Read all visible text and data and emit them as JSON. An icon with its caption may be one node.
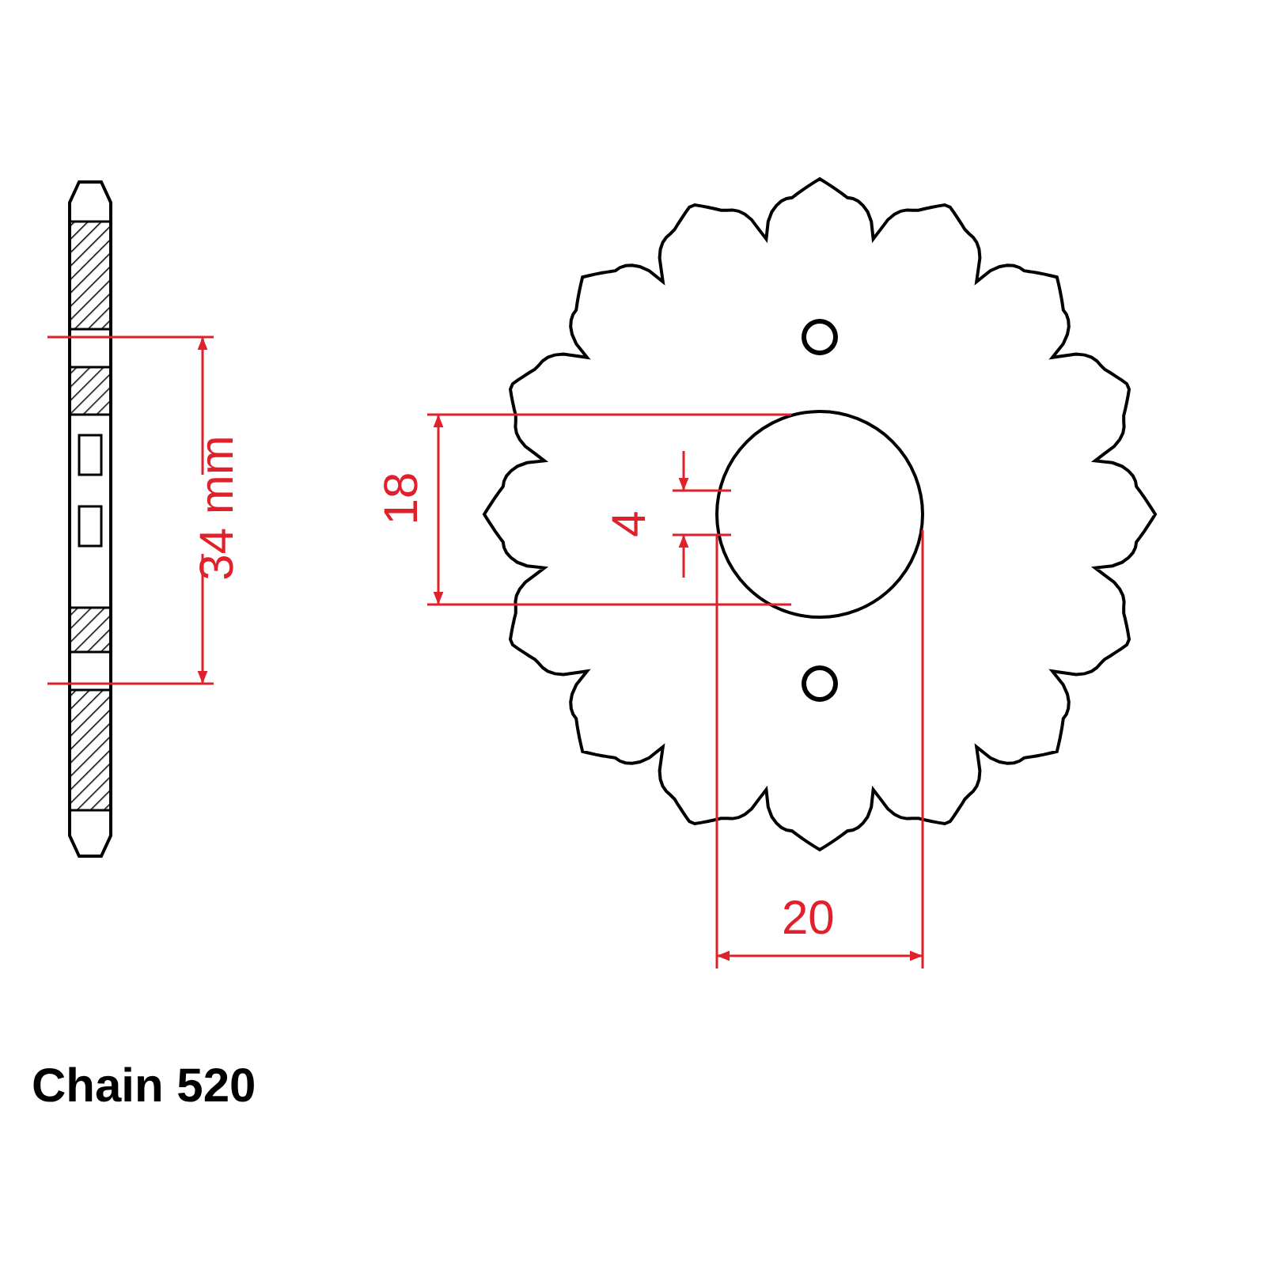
{
  "diagram": {
    "labels": [
      "34 mm",
      "18",
      "4",
      "20",
      "Chain 520"
    ]
  }
}
